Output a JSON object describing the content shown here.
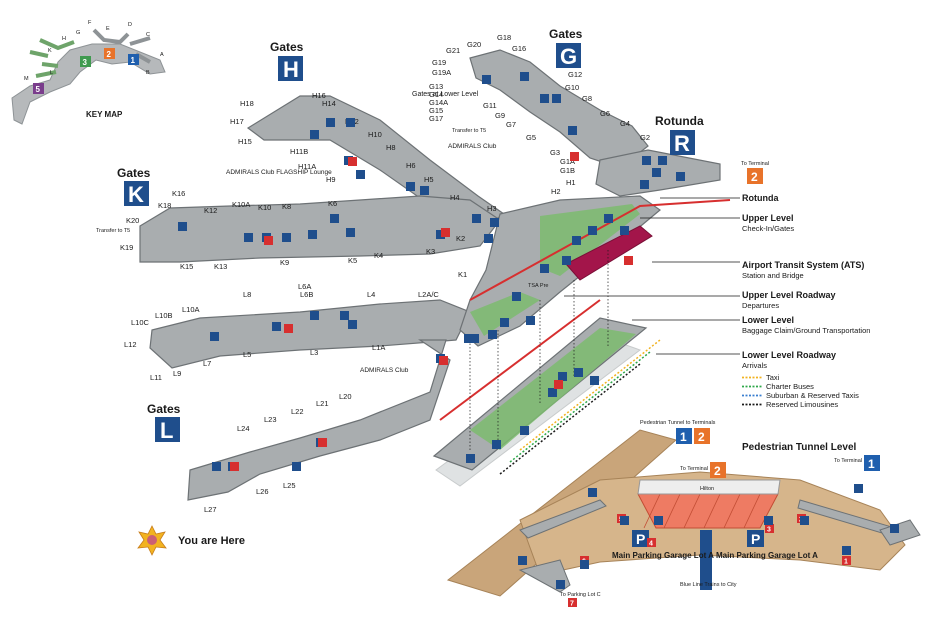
{
  "key_map": {
    "title": "KEY MAP",
    "letters": [
      "F",
      "G",
      "E",
      "D",
      "C",
      "H",
      "K",
      "A",
      "B",
      "L",
      "M"
    ],
    "terminals": [
      "2",
      "3",
      "1",
      "5"
    ]
  },
  "gate_groups": {
    "H": {
      "header": "Gates",
      "letter": "H"
    },
    "G": {
      "header": "Gates",
      "letter": "G"
    },
    "R": {
      "header": "Rotunda",
      "letter": "R"
    },
    "K": {
      "header": "Gates",
      "letter": "K"
    },
    "L": {
      "header": "Gates",
      "letter": "L"
    }
  },
  "gates": {
    "H": [
      "H16",
      "H14",
      "H18",
      "H12",
      "H17",
      "H15",
      "H10",
      "H8",
      "H11B",
      "H11A",
      "H9",
      "H6",
      "H5",
      "H4",
      "H3",
      "H2",
      "H1"
    ],
    "G": [
      "G18",
      "G20",
      "G21",
      "G16",
      "G19",
      "G19A",
      "G12",
      "G13",
      "G14",
      "G14A",
      "G15",
      "G17",
      "G11",
      "G10",
      "G9",
      "G8",
      "G7",
      "G6",
      "G5",
      "G4",
      "G3",
      "G2",
      "G1A",
      "G1B"
    ],
    "K": [
      "K16",
      "K18",
      "K12",
      "K10A",
      "K10",
      "K8",
      "K6",
      "K20",
      "K19",
      "K15",
      "K13",
      "K9",
      "K5",
      "K4",
      "K3",
      "K2",
      "K1"
    ],
    "L": [
      "L8",
      "L6A",
      "L6B",
      "L4",
      "L2A/C",
      "L10C",
      "L10B",
      "L10A",
      "L12",
      "L7",
      "L5",
      "L3",
      "L1A",
      "L11",
      "L9",
      "L20",
      "L21",
      "L22",
      "L23",
      "L24",
      "L25",
      "L26",
      "L27"
    ]
  },
  "annotations": {
    "gates_lower_level": "Gates at Lower Level",
    "transfer_t5_g": "Transfer to T5",
    "transfer_t5_k": "Transfer to T5",
    "admirals_club_g": "ADMIRALS Club",
    "admirals_flagship_k": "ADMIRALS Club FLAGSHIP Lounge",
    "admirals_club_l": "ADMIRALS Club",
    "to_terminal_2_top": "To Terminal",
    "tsa_precheck": "TSA Pre",
    "pedestrian_tunnel_to_terminals": "Pedestrian Tunnel to Terminals",
    "to_terminal_left": "To Terminal",
    "to_terminal_right": "To Terminal",
    "hilton": "Hilton",
    "parking_lot_c": "To Parking Lot C",
    "blue_line": "Blue Line Trains to City",
    "garage_left": "Main Parking Garage Lot A",
    "garage_right": "Main Parking Garage Lot A",
    "parking_p": "P"
  },
  "terminal_badges": {
    "top_right": "2",
    "tunnel_1": "1",
    "tunnel_2": "2",
    "tunnel_left": "2",
    "tunnel_right": "1"
  },
  "garage_elevators": [
    "5",
    "4",
    "3",
    "2",
    "6",
    "1",
    "7"
  ],
  "side_labels": [
    {
      "title": "Rotunda",
      "sub": ""
    },
    {
      "title": "Upper Level",
      "sub": "Check-In/Gates"
    },
    {
      "title": "Airport Transit System (ATS)",
      "sub": "Station and Bridge"
    },
    {
      "title": "Upper Level Roadway",
      "sub": "Departures"
    },
    {
      "title": "Lower Level",
      "sub": "Baggage Claim/Ground Transportation"
    },
    {
      "title": "Lower Level Roadway",
      "sub": "Arrivals"
    }
  ],
  "roadway_legend": [
    {
      "label": "Taxi",
      "color": "#f2b320"
    },
    {
      "label": "Charter Buses",
      "color": "#2ea84a"
    },
    {
      "label": "Suburban & Reserved Taxis",
      "color": "#3a7fd0"
    },
    {
      "label": "Reserved Limousines",
      "color": "#1a1a1a"
    }
  ],
  "pedestrian_tunnel_level": "Pedestrian Tunnel Level",
  "you_are_here": "You are Here",
  "colors": {
    "concourse": "#a9adaf",
    "concourse_edge": "#6d7275",
    "gate_box": "#1f4e8c",
    "terminal_2": "#e8732a",
    "terminal_3": "#3f9a4f",
    "terminal_1": "#1f5fae",
    "terminal_5": "#7a3d8c",
    "ats": "#a3154a",
    "lower_level": "#7dbb6e",
    "tunnel": "#c9a57a",
    "garage": "#ee7b63",
    "red": "#d72f2f"
  }
}
